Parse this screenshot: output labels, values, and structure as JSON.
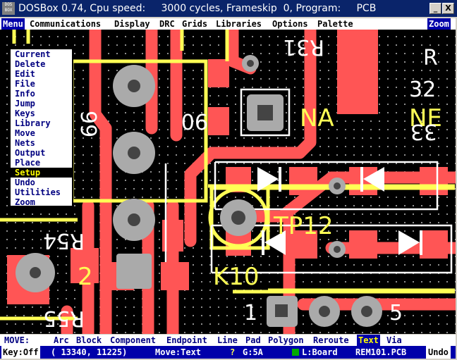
{
  "window": {
    "app_icon": "dosbox-icon",
    "app_icon_text": "DOS BOX",
    "title": "DOSBox 0.74, Cpu speed:     3000 cycles, Frameskip  0, Program:     PCB",
    "minimize_label": "_",
    "close_label": "X"
  },
  "menubar": {
    "items": [
      "Menu",
      "Communications",
      "Display",
      "DRC",
      "Grids",
      "Libraries",
      "Options",
      "Palette"
    ],
    "zoom_label": "Zoom"
  },
  "dropdown": {
    "items": [
      "Current",
      "Delete",
      "Edit",
      "File",
      "Info",
      "Jump",
      "Keys",
      "Library",
      "Move",
      "Nets",
      "Output",
      "Place",
      "Setup",
      "Undo",
      "Utilities",
      "Zoom"
    ],
    "selected": "Setup"
  },
  "board": {
    "labels": [
      "NA",
      "NE",
      "TP12",
      "K10",
      "2",
      "1",
      "5",
      "R",
      "32",
      "R31",
      "R54",
      "R55",
      "90",
      "99",
      "33"
    ],
    "colors": {
      "copper": "#ff5555",
      "silk": "#ffff55",
      "pad": "#aaaaaa",
      "background": "#000000",
      "grid_dot": "#9a9a9a"
    }
  },
  "cmdbar": {
    "mode": "MOVE:",
    "items": [
      "Arc",
      "Block",
      "Component",
      "Endpoint",
      "Line",
      "Pad",
      "Polygon",
      "Reroute",
      "Text",
      "Via"
    ],
    "active": "Text"
  },
  "statusbar": {
    "key_mode": "Key:Off",
    "coords": "( 13340, 11225)",
    "move_mode": "Move:Text",
    "help": "?",
    "grid": "G:5A",
    "layer": "L:Board",
    "file": "REM101.PCB",
    "undo": "Undo"
  }
}
